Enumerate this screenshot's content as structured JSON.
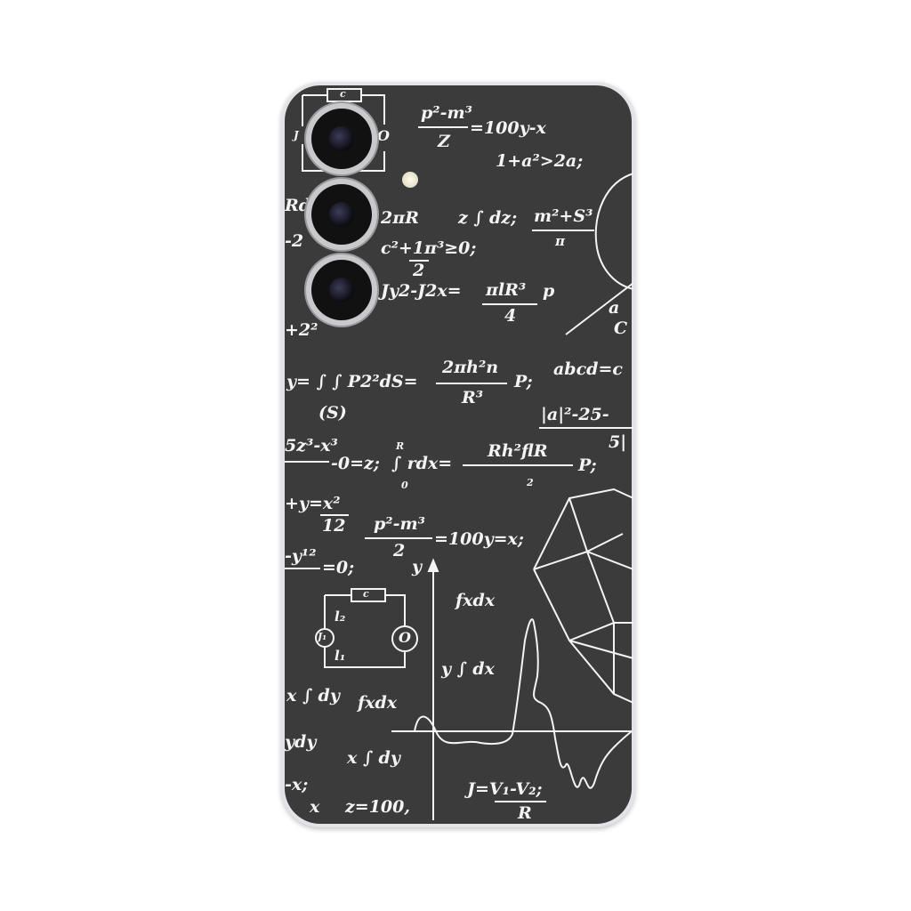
{
  "product": {
    "background_color": "#3b3b3b",
    "ink_color": "#f4f4f4"
  },
  "formulas": [
    "p²-m³",
    "Z",
    "=100y-x",
    "1+a²>2a;",
    "2πR",
    "z ∫ dz;",
    "m²+S³",
    "π",
    "c²+1π³≥0;",
    "2",
    "Jy2-J2x=",
    "πlR³",
    "4",
    "p",
    "y= ∫ ∫ P2²dS=",
    "2πh²n",
    "R³",
    "P;",
    "(S)",
    "abcd=c",
    "|a|²-25-",
    "5|",
    "5z³-x³",
    "-0=z;",
    "R",
    "∫ rdx=",
    "0",
    "Rh²flR",
    "2",
    "P;",
    "+y=x²",
    "12",
    "p²-m³",
    "2",
    "=100y=x;",
    "-y¹²",
    "=0;",
    "y",
    "fxdx",
    "y ∫ dx",
    "x ∫ dy",
    "fxdx",
    "ydy",
    "x ∫ dy",
    "-x;",
    "x",
    "z=100,",
    "J=V₁-V₂;",
    "R",
    "Rd",
    "-2",
    "+2²",
    "a",
    "C",
    "c",
    "l₂",
    "J₁",
    "O",
    "l₁",
    "c",
    "J",
    "O"
  ]
}
